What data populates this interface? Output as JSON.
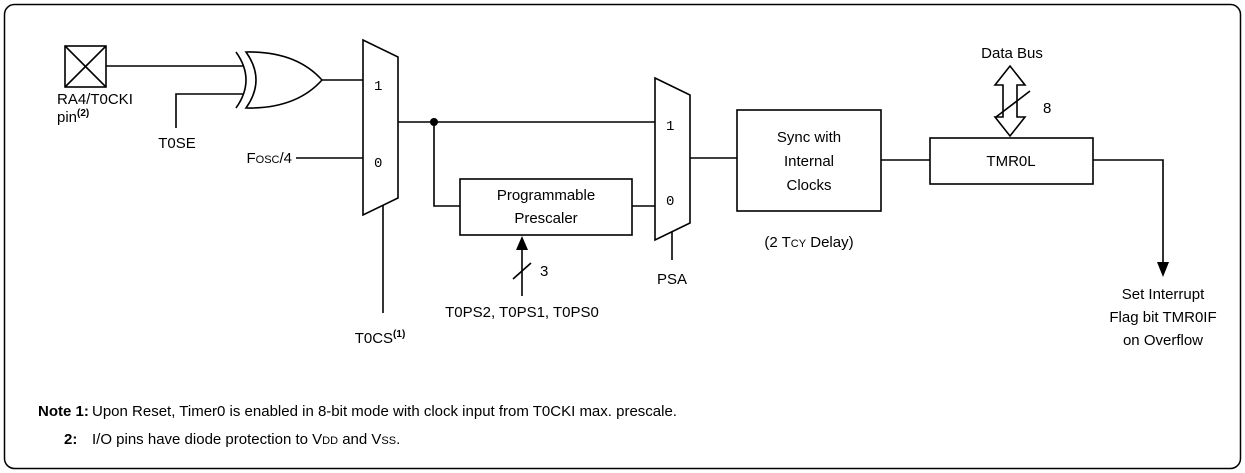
{
  "diagram": {
    "input_pin": {
      "name": "RA4/T0CKI",
      "pin_word": "pin",
      "pin_note_ref": "(2)"
    },
    "edge_select": {
      "label": "T0SE"
    },
    "internal_clock": {
      "prefix": "F",
      "small_caps": "OSC",
      "suffix": "/4"
    },
    "clock_source_mux": {
      "input_1": "1",
      "input_0": "0",
      "select_label": "T0CS",
      "select_note_ref": "(1)"
    },
    "prescaler": {
      "line_1": "Programmable",
      "line_2": "Prescaler",
      "select_width": "3",
      "select_bits": "T0PS2, T0PS1, T0PS0"
    },
    "prescaler_mux": {
      "input_1": "1",
      "input_0": "0",
      "select_label": "PSA"
    },
    "synchronizer": {
      "line_1": "Sync with",
      "line_2": "Internal",
      "line_3": "Clocks",
      "delay_prefix": "(2 T",
      "delay_small_caps": "CY",
      "delay_suffix": " Delay)"
    },
    "timer_register": {
      "label": "TMR0L"
    },
    "data_bus": {
      "label": "Data Bus",
      "width": "8"
    },
    "overflow_output": {
      "line_1": "Set Interrupt",
      "line_2": "Flag bit TMR0IF",
      "line_3": "on Overflow"
    }
  },
  "notes": {
    "note_1": {
      "label": "Note 1:",
      "text": "Upon Reset, Timer0 is enabled in 8-bit mode with clock input from T0CKI max. prescale."
    },
    "note_2": {
      "label": "2:",
      "text_prefix": "I/O pins have diode protection to V",
      "vdd_small_caps": "DD",
      "text_middle": " and V",
      "vss_small_caps": "SS",
      "text_suffix": "."
    }
  }
}
